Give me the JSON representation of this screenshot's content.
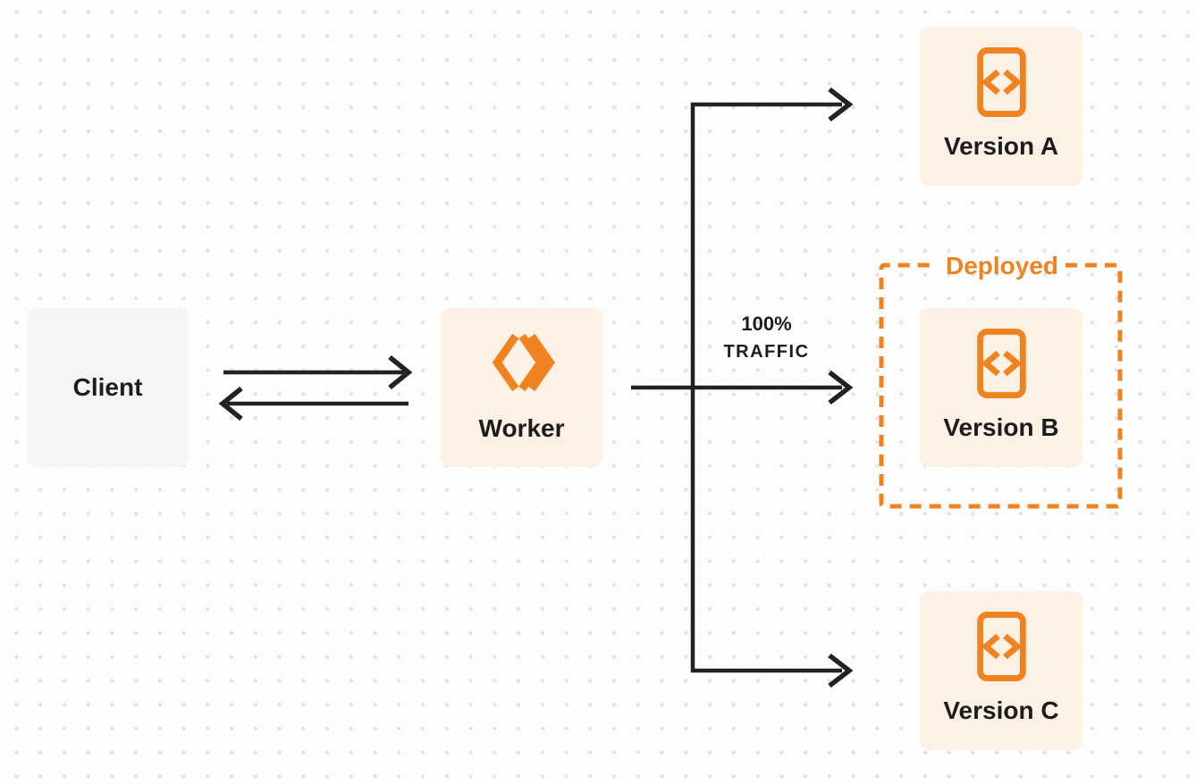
{
  "colors": {
    "accent_orange": "#F0821F",
    "node_cream_bg": "#FCF1E4",
    "node_gray_bg": "#F5F5F6",
    "connector_dark": "#242220",
    "label_dark": "#1D1D1F",
    "page_bg": "#FDFDFD",
    "dot_color": "#E2E2E2"
  },
  "nodes": {
    "client": {
      "label": "Client"
    },
    "worker": {
      "label": "Worker"
    },
    "version_a": {
      "label": "Version A"
    },
    "version_b": {
      "label": "Version B"
    },
    "version_c": {
      "label": "Version C"
    }
  },
  "annotations": {
    "deployed_label": "Deployed",
    "traffic_line1": "100%",
    "traffic_line2": "TRAFFIC"
  },
  "icons": {
    "worker": "cloudflare-workers-logo",
    "version": "code-file-icon"
  }
}
